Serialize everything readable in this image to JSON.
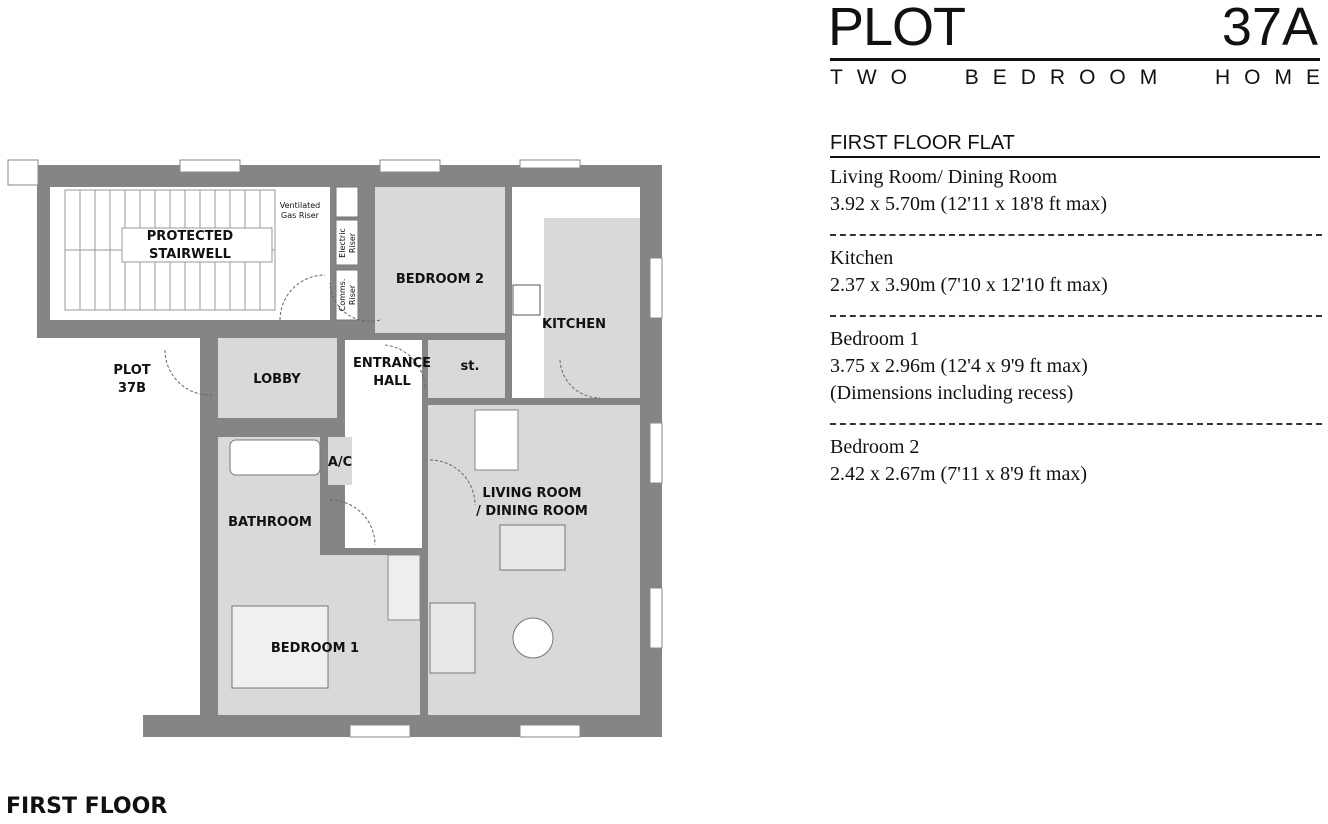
{
  "header": {
    "plot_word": "PLOT",
    "plot_number": "37A",
    "subtitle": [
      "TWO",
      "BEDROOM",
      "HOME"
    ]
  },
  "flat": {
    "title": "FIRST FLOOR FLAT",
    "rooms": [
      {
        "name": "Living Room/ Dining Room",
        "dims": "3.92 x 5.70m (12'11 x 18'8 ft max)"
      },
      {
        "name": "Kitchen",
        "dims": "2.37 x 3.90m (7'10 x 12'10 ft max)"
      },
      {
        "name": "Bedroom 1",
        "dims": "3.75 x 2.96m (12'4 x 9'9 ft max)",
        "note": "(Dimensions including recess)"
      },
      {
        "name": "Bedroom 2",
        "dims": "2.42 x 2.67m (7'11 x 8'9 ft max)"
      }
    ]
  },
  "plan": {
    "labels": {
      "stair1": "PROTECTED",
      "stair2": "STAIRWELL",
      "gas1": "Ventilated",
      "gas2": "Gas Riser",
      "electric1": "Electric",
      "electric2": "Riser",
      "comms1": "Comms.",
      "comms2": "Riser",
      "bedroom2": "BEDROOM 2",
      "kitchen": "KITCHEN",
      "lobby": "LOBBY",
      "hall1": "ENTRANCE",
      "hall2": "HALL",
      "store": "st.",
      "plot1": "PLOT",
      "plot2": "37B",
      "ac": "A/C",
      "bathroom": "BATHROOM",
      "living1": "LIVING ROOM",
      "living2": "/ DINING ROOM",
      "bedroom1": "BEDROOM 1"
    },
    "colors": {
      "wall": "#858585",
      "room": "#d9d9d9",
      "open": "#ffffff"
    }
  },
  "footer": {
    "floor_label": "FIRST FLOOR"
  }
}
